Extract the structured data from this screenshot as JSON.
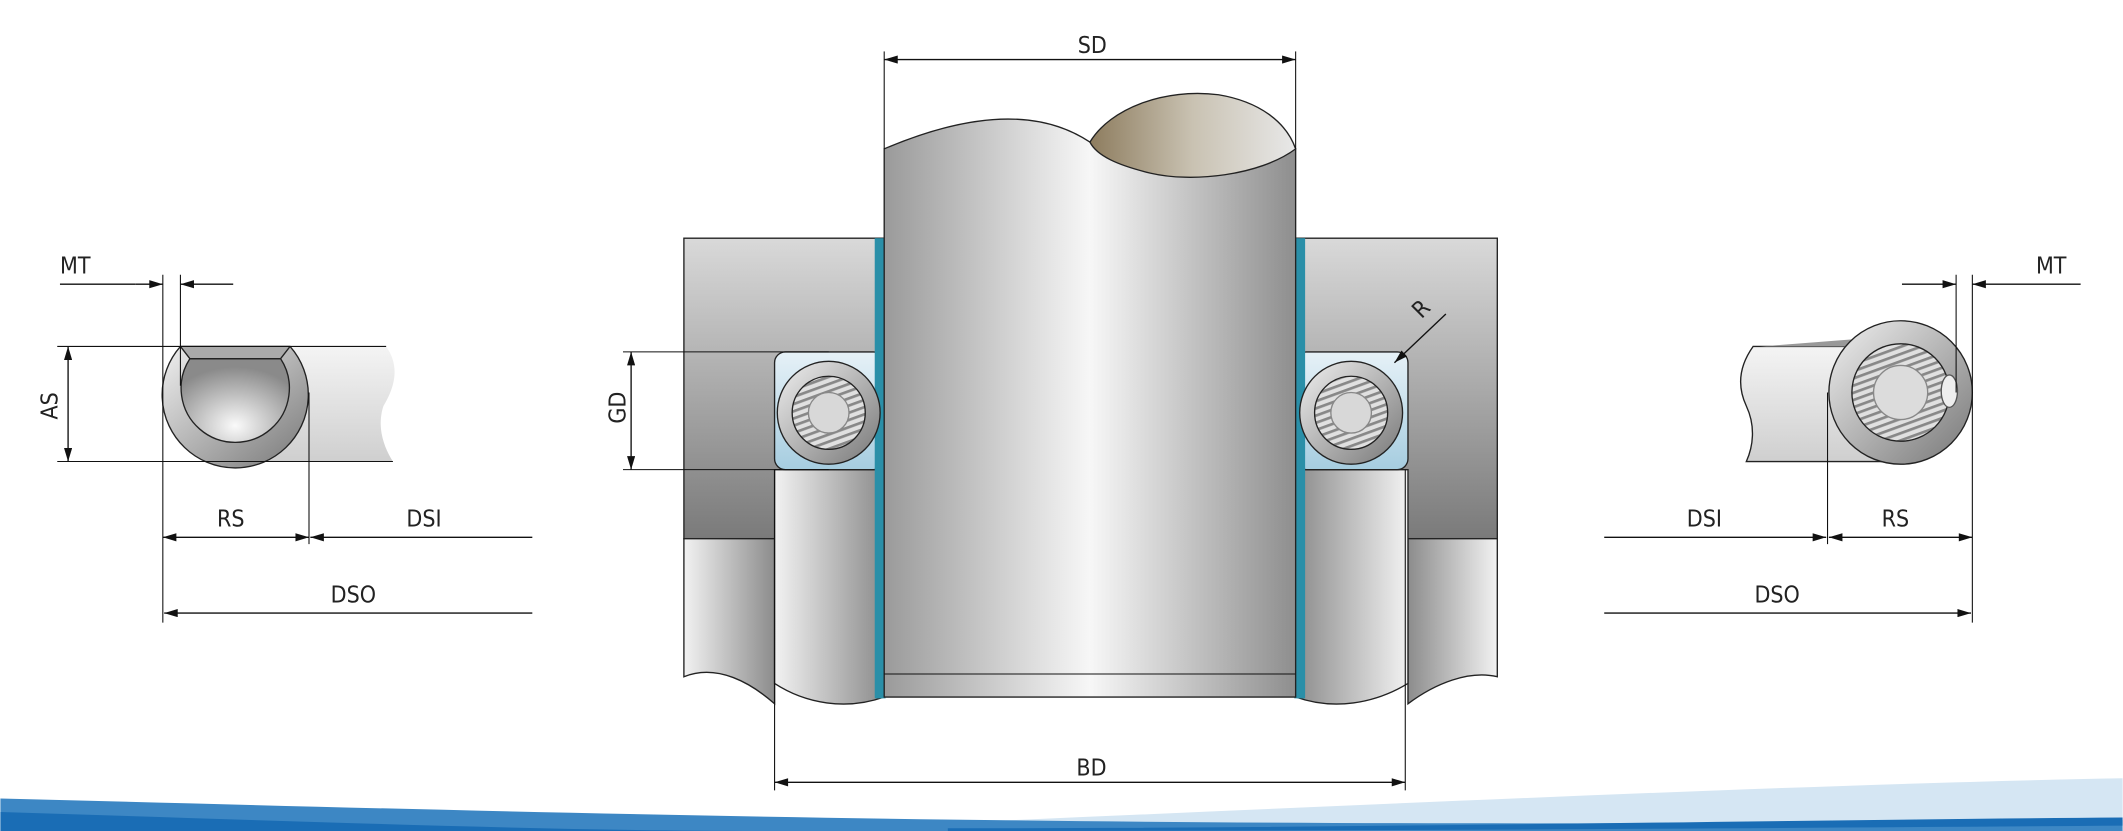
{
  "title": "Spring-energized seal installation dimensions",
  "left_detail": {
    "mt": "MT",
    "as": "AS",
    "rs": "RS",
    "dsi": "DSI",
    "dso": "DSO"
  },
  "center": {
    "sd": "SD",
    "gd": "GD",
    "bd": "BD",
    "r": "R"
  },
  "right_detail": {
    "mt": "MT",
    "rs": "RS",
    "dsi": "DSI",
    "dso": "DSO"
  },
  "colors": {
    "accent_blue": "#3d87c4",
    "light_blue": "#d5e6f3",
    "dark_blue": "#1a6db5",
    "seal_teal": "#2a8fa8"
  }
}
